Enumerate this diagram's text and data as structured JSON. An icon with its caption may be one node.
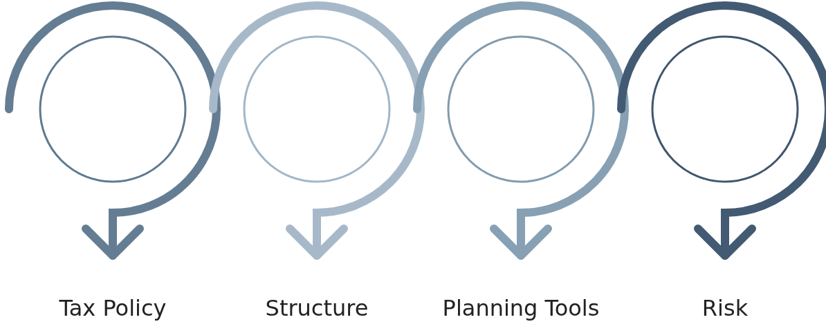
{
  "diagram": {
    "nodes": [
      {
        "text": [],
        "shape": "circle"
      },
      {
        "text": [
          "Tax Policy"
        ]
      },
      {
        "text": [],
        "shape": "circle"
      },
      {
        "text": [
          "Structure"
        ]
      },
      {
        "text": [],
        "shape": "circle"
      },
      {
        "text": [
          "Planning Tools"
        ]
      },
      {
        "text": [],
        "shape": "circle"
      },
      {
        "text": [
          "Risk"
        ]
      }
    ],
    "edges": [
      {
        "from": null,
        "to": 1,
        "arrow": "to",
        "color": "#647d93"
      },
      {
        "from": null,
        "to": 3,
        "arrow": "to",
        "color": "#a7b9c9"
      },
      {
        "from": null,
        "to": 5,
        "arrow": "to",
        "color": "#87a0b3"
      },
      {
        "from": null,
        "to": 7,
        "arrow": "to",
        "color": "#435a73"
      }
    ]
  }
}
